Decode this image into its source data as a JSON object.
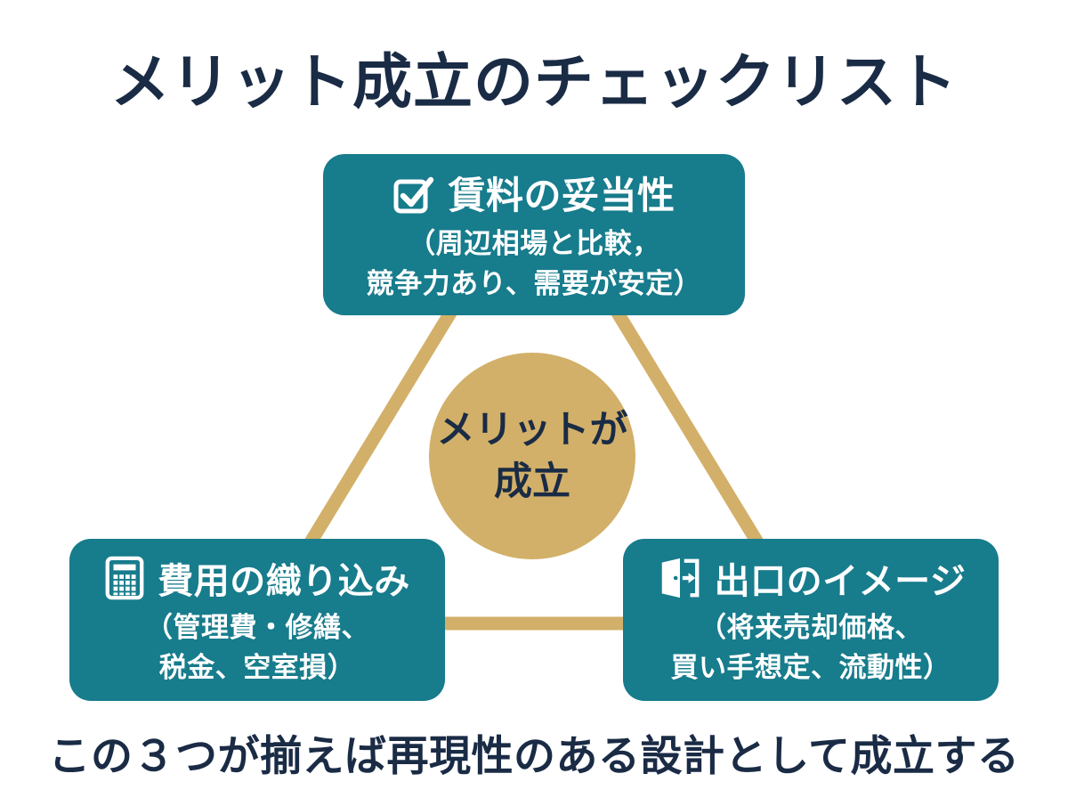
{
  "page": {
    "title": "メリット成立のチェックリスト",
    "footer": "この３つが揃えば再現性のある設計として成立する"
  },
  "center_circle": {
    "line1": "メリットが",
    "line2": "成立"
  },
  "nodes": {
    "top": {
      "icon": "checkbox-checked-icon",
      "title": "賃料の妥当性",
      "sub1": "（周辺相場と比較，",
      "sub2": "競争力あり、需要が安定）"
    },
    "left": {
      "icon": "calculator-icon",
      "title": "費用の織り込み",
      "sub1": "（管理費・修繕、",
      "sub2": "税金、空室損）"
    },
    "right": {
      "icon": "exit-door-icon",
      "title": "出口のイメージ",
      "sub1": "（将来売却価格、",
      "sub2": "買い手想定、流動性）"
    }
  },
  "colors": {
    "box_teal": "#177C8C",
    "accent_gold": "#D2B069",
    "text_navy": "#1A2B45",
    "box_text": "#FFFFFF",
    "background": "#FFFFFF"
  }
}
